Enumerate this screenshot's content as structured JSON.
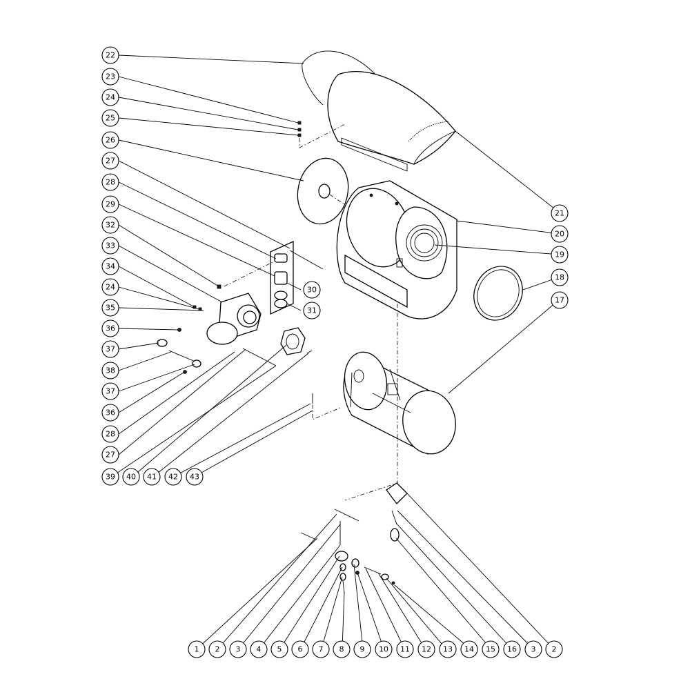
{
  "callouts": [
    {
      "id": "c22",
      "label": "22"
    },
    {
      "id": "c23",
      "label": "23"
    },
    {
      "id": "c24a",
      "label": "24"
    },
    {
      "id": "c25",
      "label": "25"
    },
    {
      "id": "c26",
      "label": "26"
    },
    {
      "id": "c27a",
      "label": "27"
    },
    {
      "id": "c28a",
      "label": "28"
    },
    {
      "id": "c29",
      "label": "29"
    },
    {
      "id": "c32",
      "label": "32"
    },
    {
      "id": "c33",
      "label": "33"
    },
    {
      "id": "c34",
      "label": "34"
    },
    {
      "id": "c24b",
      "label": "24"
    },
    {
      "id": "c35",
      "label": "35"
    },
    {
      "id": "c36a",
      "label": "36"
    },
    {
      "id": "c37a",
      "label": "37"
    },
    {
      "id": "c38",
      "label": "38"
    },
    {
      "id": "c37b",
      "label": "37"
    },
    {
      "id": "c36b",
      "label": "36"
    },
    {
      "id": "c28b",
      "label": "28"
    },
    {
      "id": "c27b",
      "label": "27"
    },
    {
      "id": "c39",
      "label": "39"
    },
    {
      "id": "c40",
      "label": "40"
    },
    {
      "id": "c41",
      "label": "41"
    },
    {
      "id": "c42",
      "label": "42"
    },
    {
      "id": "c43",
      "label": "43"
    },
    {
      "id": "c30",
      "label": "30"
    },
    {
      "id": "c31",
      "label": "31"
    },
    {
      "id": "c21",
      "label": "21"
    },
    {
      "id": "c20",
      "label": "20"
    },
    {
      "id": "c19",
      "label": "19"
    },
    {
      "id": "c18",
      "label": "18"
    },
    {
      "id": "c17",
      "label": "17"
    },
    {
      "id": "b1",
      "label": "1"
    },
    {
      "id": "b2",
      "label": "2"
    },
    {
      "id": "b3",
      "label": "3"
    },
    {
      "id": "b4",
      "label": "4"
    },
    {
      "id": "b5",
      "label": "5"
    },
    {
      "id": "b6",
      "label": "6"
    },
    {
      "id": "b7",
      "label": "7"
    },
    {
      "id": "b8",
      "label": "8"
    },
    {
      "id": "b9",
      "label": "9"
    },
    {
      "id": "b10",
      "label": "10"
    },
    {
      "id": "b11",
      "label": "11"
    },
    {
      "id": "b12",
      "label": "12"
    },
    {
      "id": "b13",
      "label": "13"
    },
    {
      "id": "b14",
      "label": "14"
    },
    {
      "id": "b15",
      "label": "15"
    },
    {
      "id": "b16",
      "label": "16"
    },
    {
      "id": "b3b",
      "label": "3"
    },
    {
      "id": "b2b",
      "label": "2"
    }
  ]
}
